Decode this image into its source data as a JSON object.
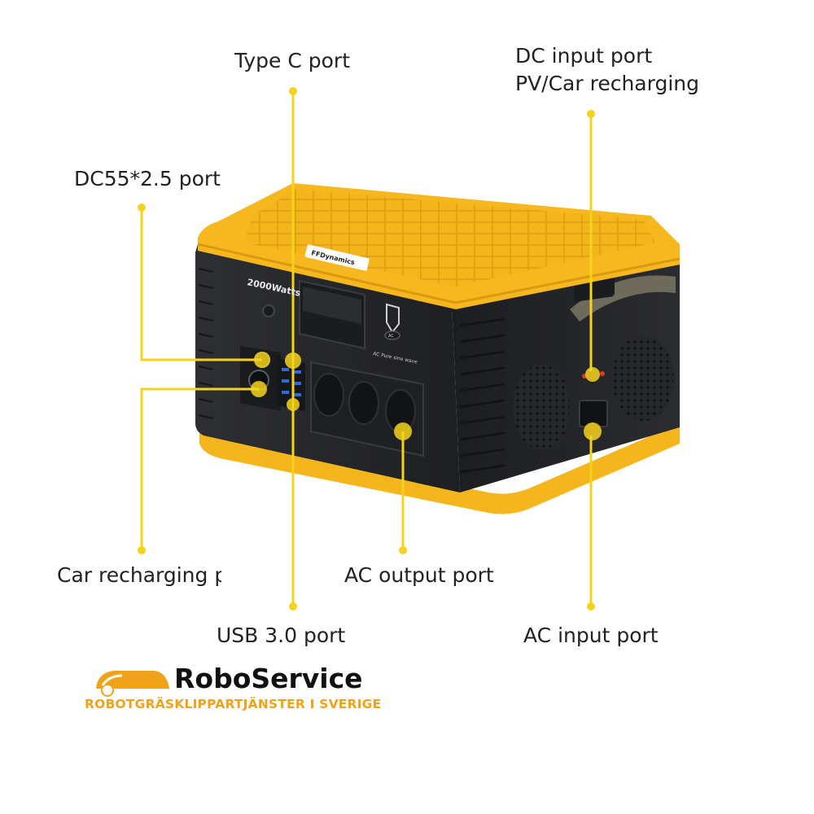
{
  "labels": {
    "type_c": "Type C port",
    "dc_input_line1": "DC input port",
    "dc_input_line2": "PV/Car recharging",
    "dc55": "DC55*2.5 port",
    "car_recharging": "Car recharging port",
    "ac_output": "AC output port",
    "usb": "USB 3.0 port",
    "ac_input": "AC input port"
  },
  "device": {
    "brand_plate": "FFDynamics",
    "wattage": "2000Watts",
    "ac_panel_label": "AC Pure sine wave",
    "ac_button_label": "AC",
    "body_color": "#2a2b2e",
    "accent_color": "#f6b81e"
  },
  "watermark": {
    "name": "RoboService",
    "tagline": "ROBOTGRÄSKLIPPARTJÄNSTER I SVERIGE",
    "accent_color": "#f0a31a"
  },
  "callout_color": "#f5d31c"
}
